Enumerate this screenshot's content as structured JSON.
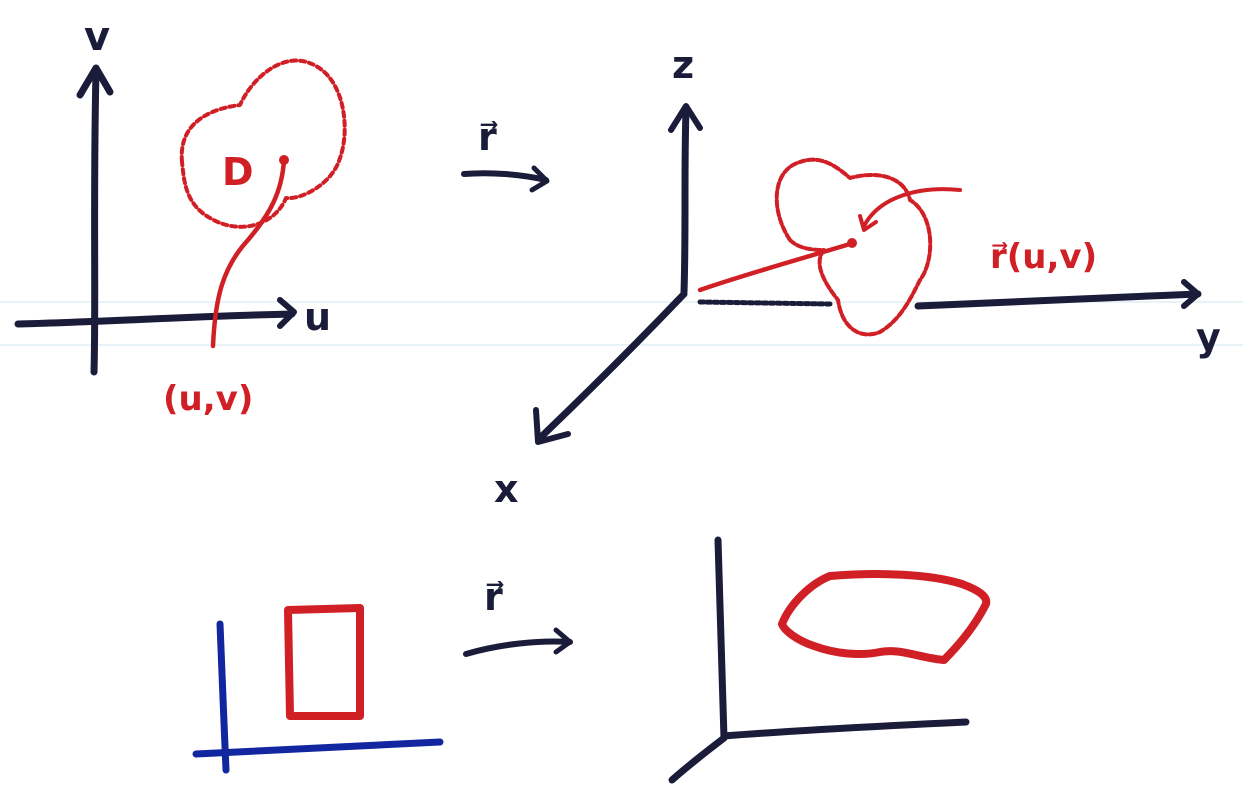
{
  "colors": {
    "ink_dark": "#1a1c3a",
    "ink_red": "#d11f26",
    "ink_blue": "#1226a0",
    "paper": "#ffffff"
  },
  "top_left_plot": {
    "axis_vertical_label": "v",
    "axis_horizontal_label": "u",
    "region_label": "D",
    "point_label": "(u,v)"
  },
  "top_mapping": {
    "arrow_label": "r⃗"
  },
  "top_right_plot": {
    "axis_z_label": "z",
    "axis_y_label": "y",
    "axis_x_label": "x",
    "point_label": "r⃗(u,v)"
  },
  "bottom_mapping": {
    "arrow_label": "r⃗"
  }
}
